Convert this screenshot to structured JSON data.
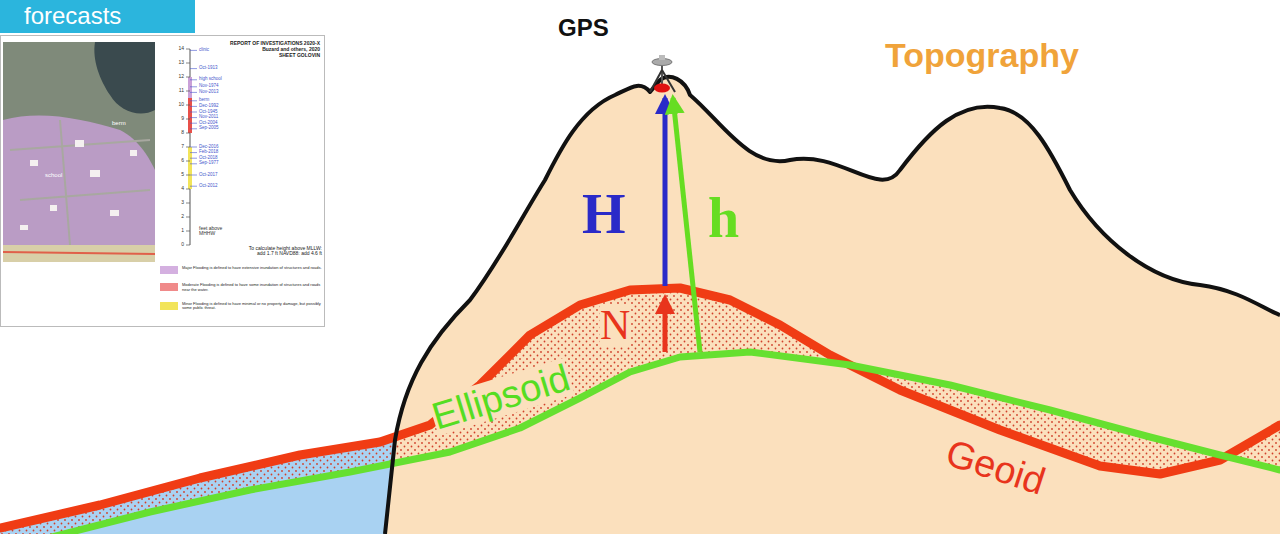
{
  "diagram": {
    "nodes": [
      {
        "text": [
          "forecasts"
        ]
      },
      {
        "text": [
          "REPORT OF INVESTIGATIONS 2020-X",
          "Buzard and others, 2020",
          "SHEET GOLOVIN"
        ]
      }
    ],
    "labels": [
      "GPS",
      "Topography",
      "H",
      "h",
      "N",
      "Ellipsoid",
      "Geoid",
      "14",
      "13",
      "12",
      "11",
      "10",
      "9",
      "8",
      "7",
      "6",
      "5",
      "4",
      "3",
      "2",
      "1",
      "0",
      "clinic",
      "Oct-1913",
      "high school",
      "Nov-1974",
      "Nov-2013",
      "berm",
      "Dec-1992",
      "Oct-1945",
      "Nov-2011",
      "Oct-2004",
      "Sep-2005",
      "Dec-2016",
      "Feb-2018",
      "Oct-2018",
      "Sep-1977",
      "Oct-2017",
      "Oct-2012",
      "feet above MHHW",
      "To calculate height above MLLW: add 1.7 ft NAVD88: add 4.6 ft",
      "school",
      "berm"
    ],
    "legend": [
      {
        "text": "Major Flooding is defined to have extensive inundation of structures and roads.",
        "color": "#d4b0e0"
      },
      {
        "text": "Moderate Flooding is defined to have some inundation of structures and roads near the water.",
        "color": "#f08a8a"
      },
      {
        "text": "Minor Flooding is defined to have minimal or no property damage, but possibly some public threat.",
        "color": "#f2e45a"
      }
    ]
  }
}
